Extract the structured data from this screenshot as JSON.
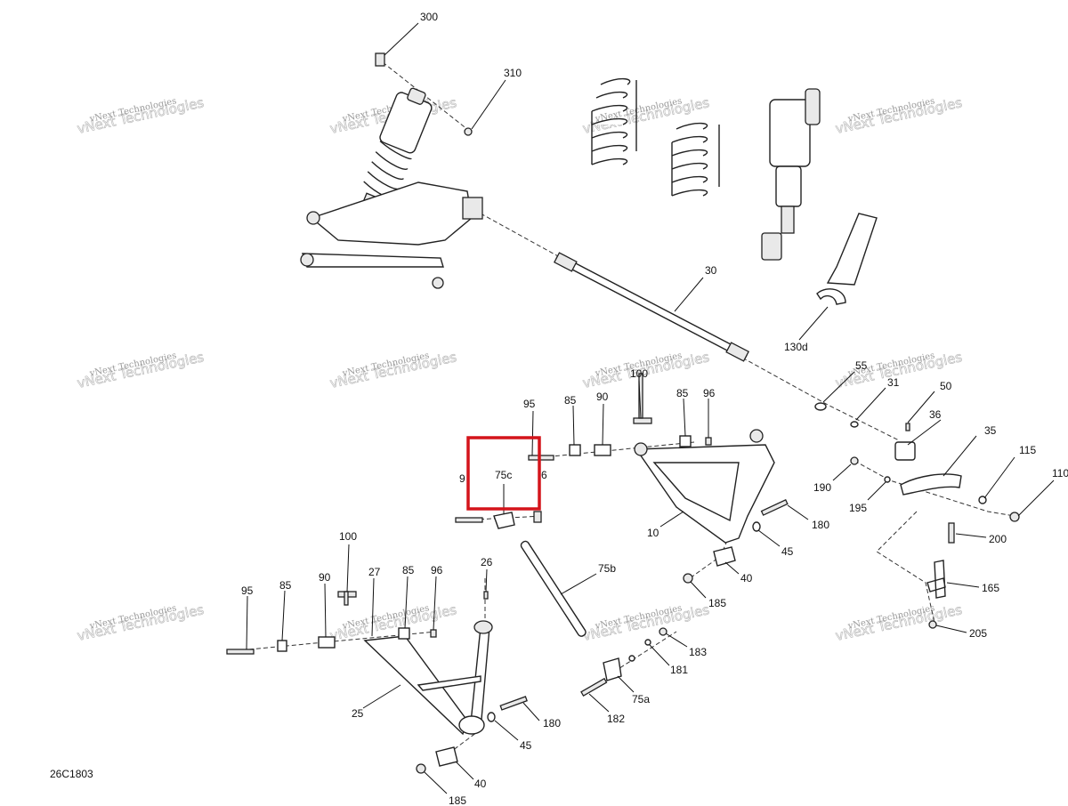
{
  "diagram": {
    "code": "26C1803",
    "watermark": "vNext Technologies",
    "highlight_color": "#d4141b",
    "callouts": {
      "c300": "300",
      "c310": "310",
      "c30": "30",
      "c130d": "130d",
      "c55": "55",
      "c31": "31",
      "c50": "50",
      "c36": "36",
      "c35": "35",
      "c115": "115",
      "c110": "110",
      "c190": "190",
      "c195": "195",
      "c200": "200",
      "c165": "165",
      "c205": "205",
      "c95a": "95",
      "c85a": "85",
      "c90a": "90",
      "c100a": "100",
      "c85b": "85",
      "c96a": "96",
      "c9": "9",
      "c75c": "75c",
      "c6": "6",
      "c10": "10",
      "c180a": "180",
      "c45a": "45",
      "c40a": "40",
      "c185a": "185",
      "c75b": "75b",
      "c183": "183",
      "c181": "181",
      "c75a": "75a",
      "c182": "182",
      "c100b": "100",
      "c27": "27",
      "c85c": "85",
      "c96b": "96",
      "c26": "26",
      "c95b": "95",
      "c85d": "85",
      "c90b": "90",
      "c25": "25",
      "c180b": "180",
      "c45b": "45",
      "c40b": "40",
      "c185b": "185"
    }
  }
}
